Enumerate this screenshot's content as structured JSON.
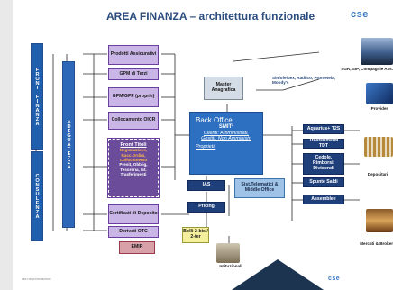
{
  "title": "AREA FINANZA – architettura funzionale",
  "logo": "cse",
  "left_vertical": {
    "front": "FRONT FINANZA",
    "consulenza": "CONSULENZA",
    "adeguatezza": "ADEGUATEZZA"
  },
  "middle_boxes": {
    "prodotti": "Prodotti Assicurativi",
    "gpm_terzi": "GPM di Terzi",
    "gpm_gpf": "GPM/GPF (proprie)",
    "collocamento": "Collocamento OICR",
    "certificati": "Certificati di Deposito",
    "derivati": "Derivati OTC",
    "emir": "EMIR"
  },
  "front_titoli": {
    "title": "Front Titoli",
    "lines_orange": [
      "Negoziazione,",
      "Racc.Ordini,",
      "Collocamento"
    ],
    "lines_white": [
      "Presit, Obblig,",
      "Tesoreria, Ist.",
      "Trasferimenti"
    ]
  },
  "center": {
    "master": "Master Anagrafica",
    "back_office": "Back Office",
    "smit": "SMIT²",
    "clienti": "Clienti: Amministrati, Gestiti, Non Amministr.",
    "proprieta": "Proprietà",
    "sist": "Sist.Telematici & Middle Office",
    "ias": "IAS",
    "pricing": "Pricing",
    "bolli": "Bolli 2-bis / 2-ter"
  },
  "right_boxes": [
    "Aquarius+ T2S",
    "Trasferimenti TDT",
    "Cedole, Rimborsi, Dividendi",
    "Spunte Saldi",
    "Assemblee"
  ],
  "external_labels": {
    "sgr": "SGR, SIP, Compagnie Ass.",
    "provider_text": "Sinfofeluex, Radilco, Prometeia, Moody's",
    "provider": "Provider",
    "depositari": "Depositari",
    "mercati": "Mercati & Broker",
    "istituzionali": "Istituzionali"
  },
  "footer": "cse.roma.formazione",
  "footer_logo": "cse"
}
